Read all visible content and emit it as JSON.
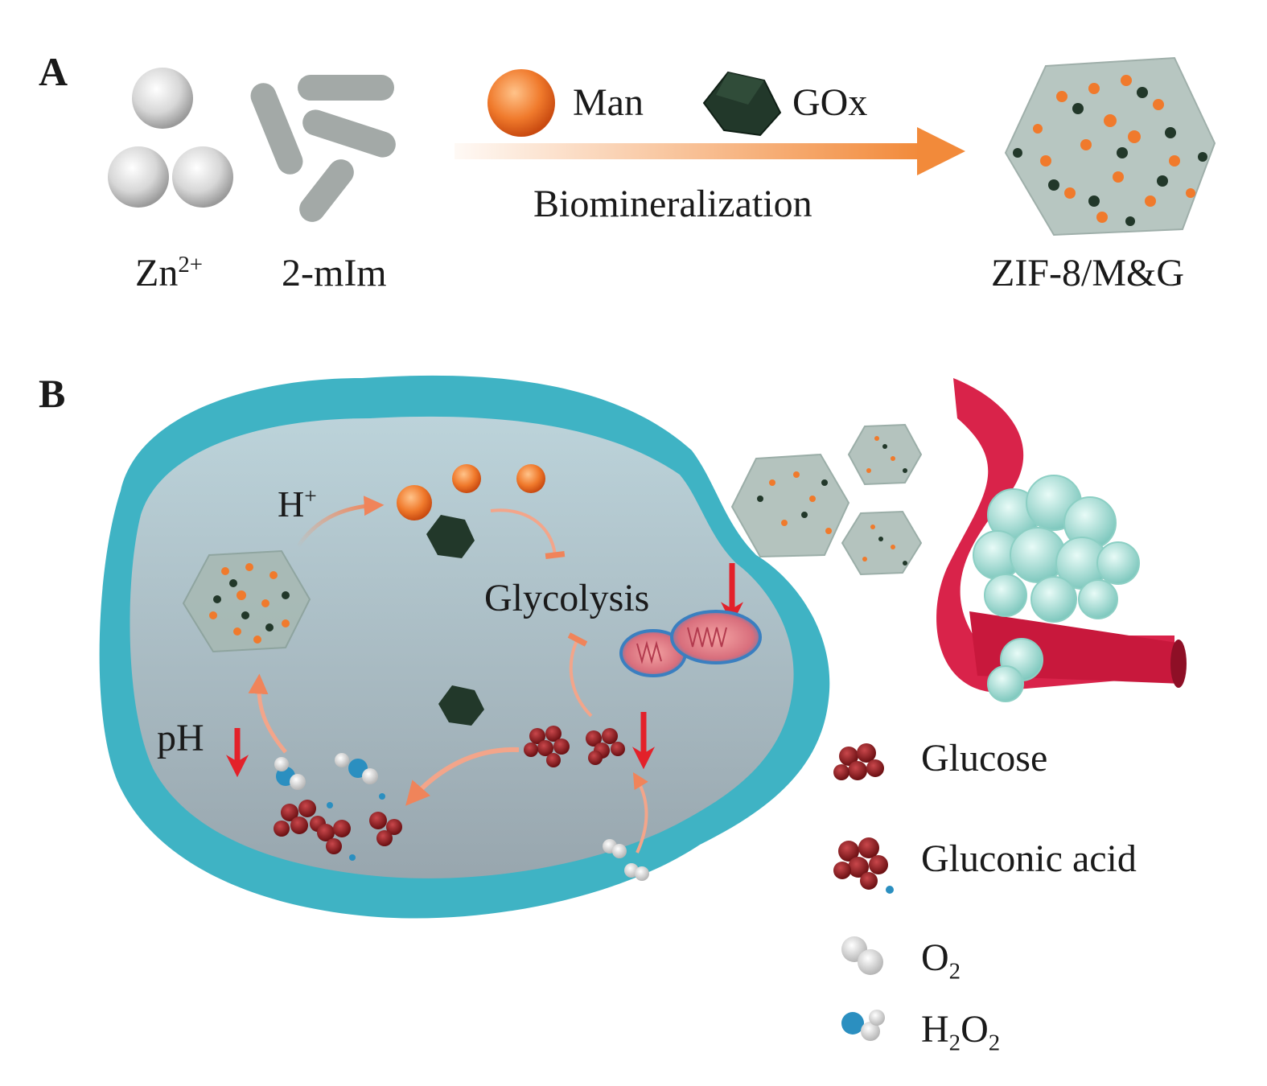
{
  "panels": {
    "a": {
      "letter": "A"
    },
    "b": {
      "letter": "B"
    }
  },
  "panel_a": {
    "zn": {
      "base": "Zn",
      "sup": "2+"
    },
    "mim": "2-mIm",
    "man": "Man",
    "gox": "GOx",
    "process": "Biomineralization",
    "product": "ZIF-8/M&G"
  },
  "panel_b": {
    "h_plus": {
      "base": "H",
      "sup": "+"
    },
    "glycolysis": "Glycolysis",
    "ph": "pH"
  },
  "legend": {
    "glucose": "Glucose",
    "gluconic_acid": "Gluconic acid",
    "o2": {
      "base": "O",
      "sub": "2"
    },
    "h2o2": {
      "a": "H",
      "sub1": "2",
      "b": "O",
      "sub2": "2"
    }
  },
  "colors": {
    "cell_membrane": "#3fb3c4",
    "cell_interior": "#a9b8c0",
    "mannose": "#f07a2c",
    "gox": "#22382a",
    "glucose": "#8e1a1e",
    "vessel": "#d9234a",
    "down_arrow": "#e3212a",
    "process_arrow": "#f28a3a",
    "h2o2_blue": "#2b8fc0"
  }
}
